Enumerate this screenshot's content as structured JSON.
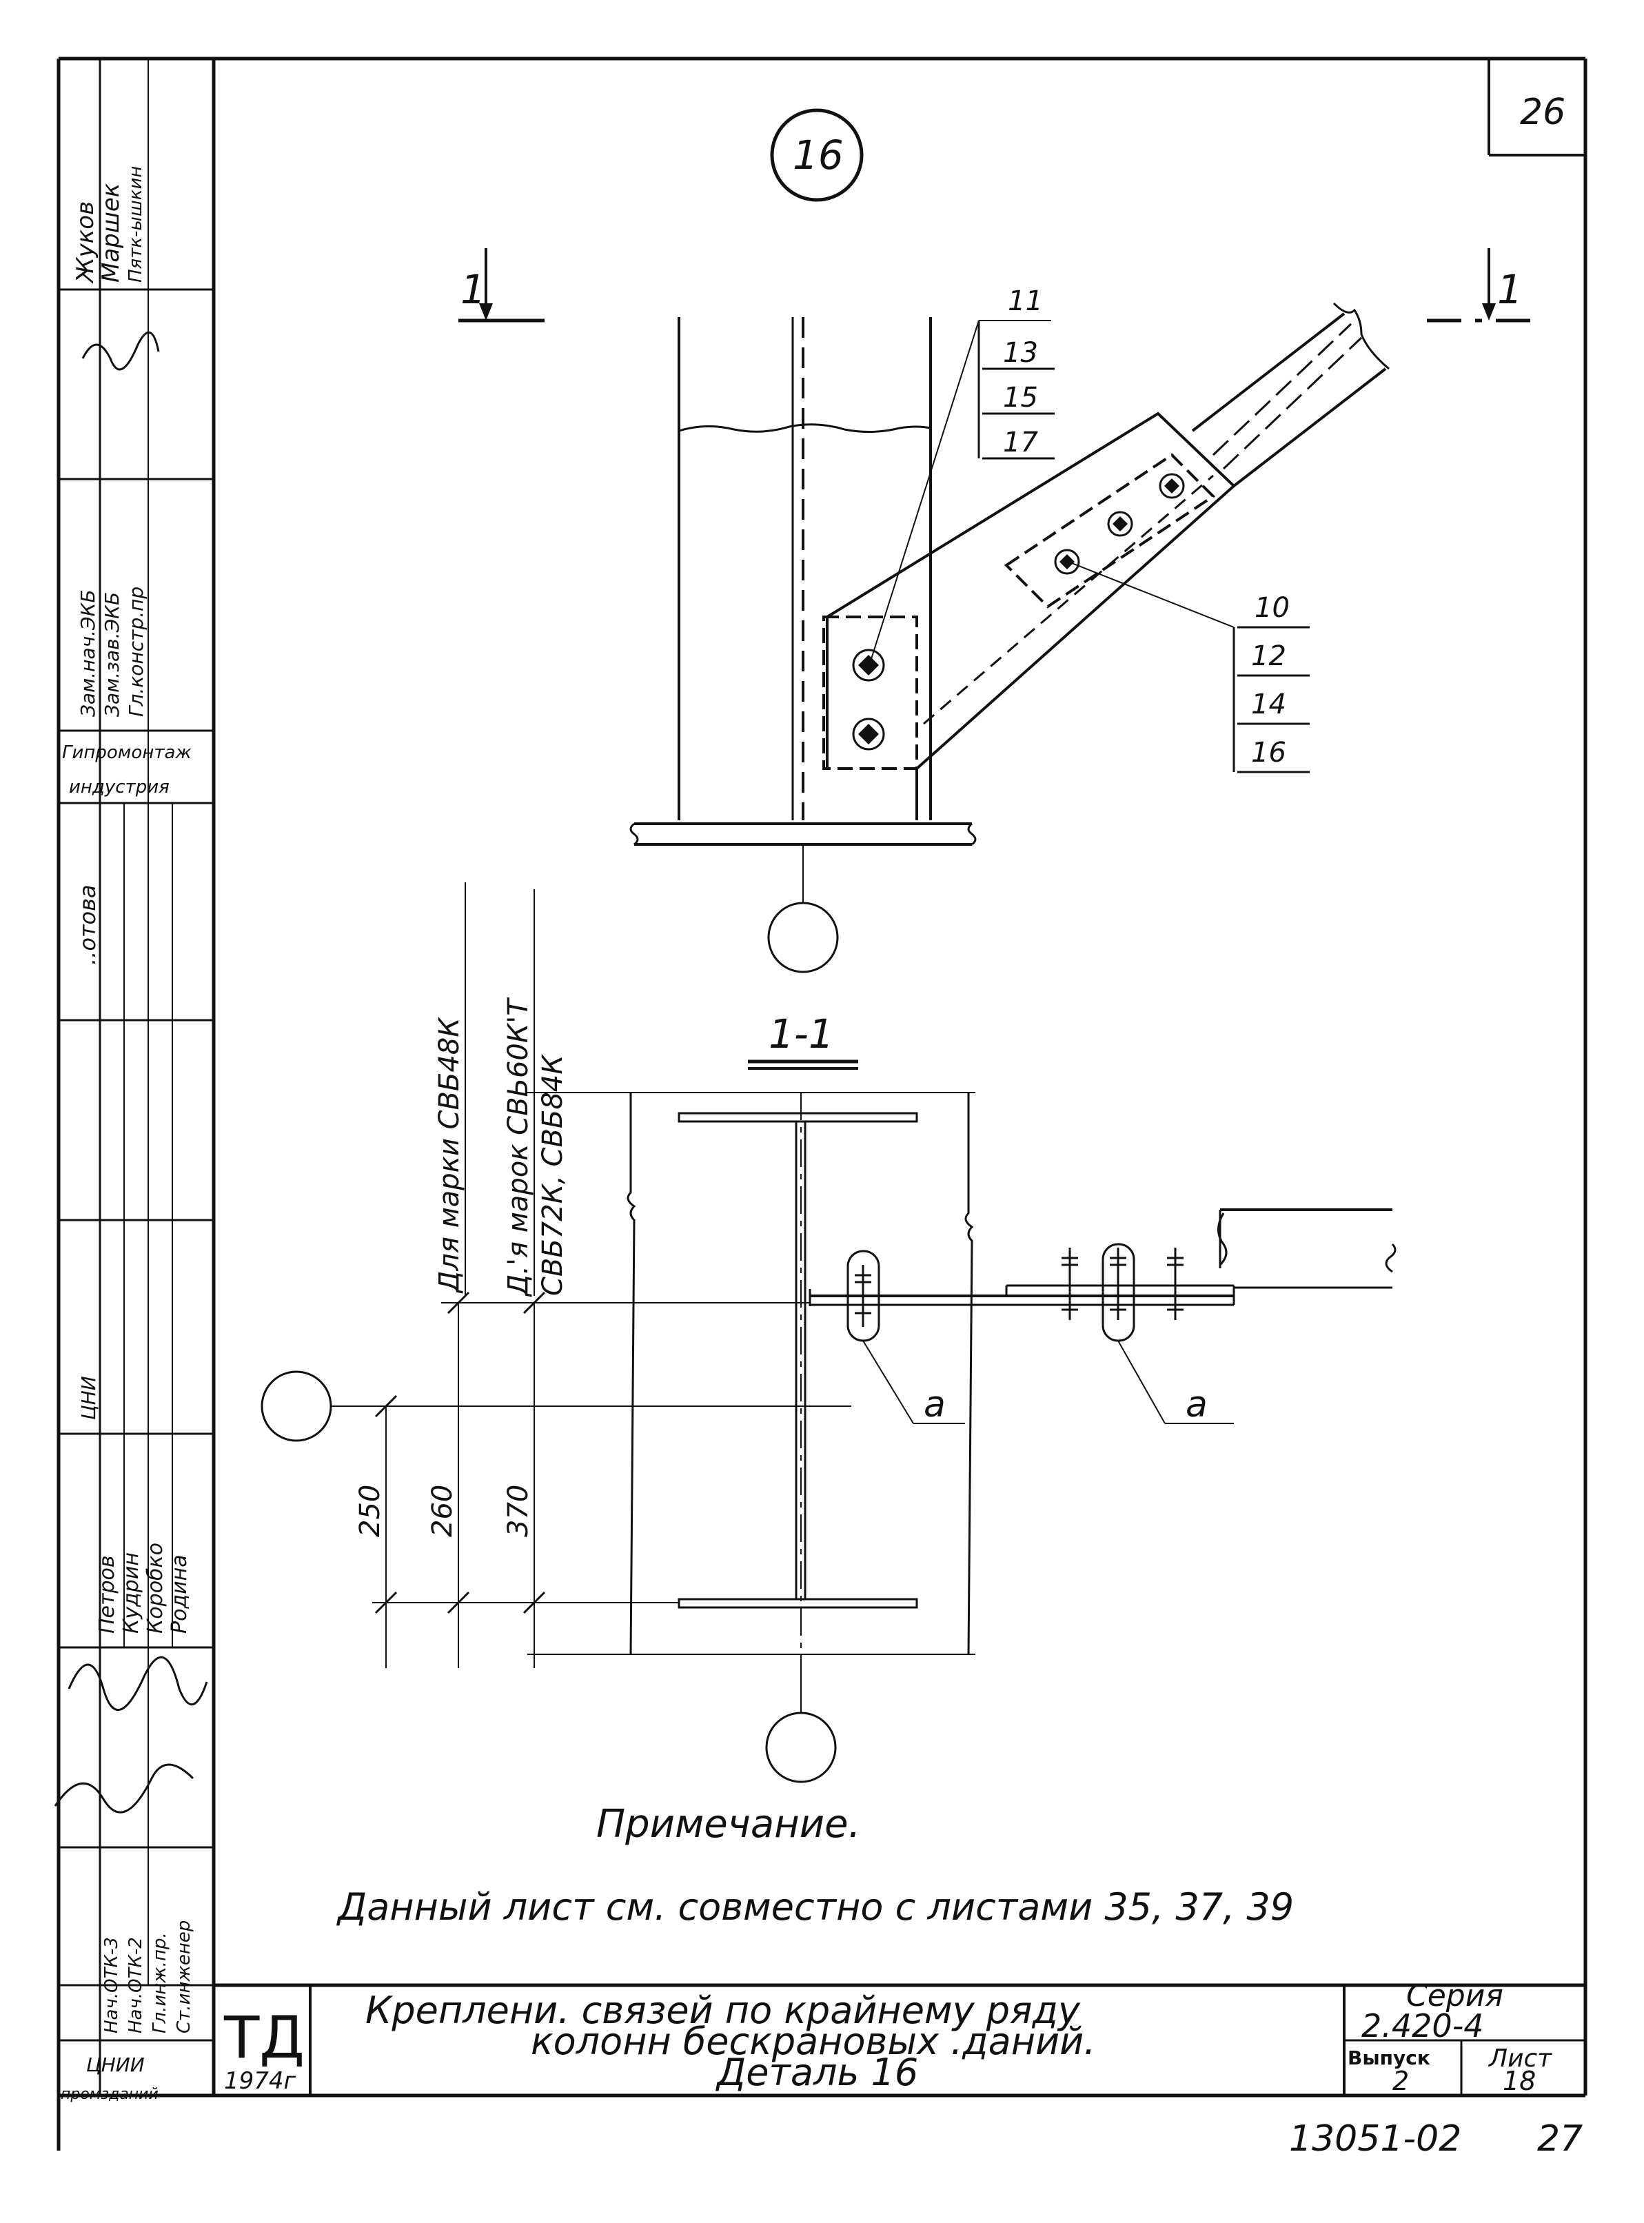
{
  "sheet": {
    "page_number": "26",
    "detail_number": "16",
    "drawing_number": "13051-02",
    "drawing_number_suffix": "27"
  },
  "section_marks": {
    "left": "1",
    "right": "1",
    "section_title": "1-1"
  },
  "positions": {
    "left_group": [
      "11",
      "13",
      "15",
      "17"
    ],
    "right_group": [
      "10",
      "12",
      "14",
      "16"
    ]
  },
  "weld_labels": {
    "left": "a",
    "right": "a"
  },
  "brand_notes": {
    "note1": "Для марки СВБ48К",
    "note2_line1": "Д.'я марок СВЬ60К'Т",
    "note2_line2": "СВБ72К, СВБ84К"
  },
  "dimensions": {
    "d1": "250",
    "d2": "260",
    "d3": "370"
  },
  "note": {
    "title": "Примечание.",
    "text": "Данный лист см. совместно с листами 35, 37, 39"
  },
  "title_block": {
    "org_logo": "ТД",
    "year": "1974г",
    "title_line1": "Креплени. связей по крайнему ряду",
    "title_line2": "колонн бескрановых .даний.",
    "title_line3": "Деталь 16",
    "series_label": "Серия",
    "series_value": "2.420-4",
    "issue_label": "Выпуск",
    "issue_value": "2",
    "sheet_label": "Лист",
    "sheet_value": "18"
  },
  "side_stamp": {
    "block1": [
      "Жуков",
      "Маршек",
      "Пятк-ышкин"
    ],
    "block3": [
      "Зам.нач.ЭКБ",
      "Зам.зав.ЭКБ",
      "Гл.констр.пр"
    ],
    "org1": "Гипромонтаж",
    "org2": "индустрия",
    "block5": "..отова",
    "block8": "ЦНИ",
    "block9": [
      "Петров",
      "Кудрин",
      "Коробко",
      "Родина"
    ],
    "block11": [
      "Нач.ОТК-3",
      "Нач.ОТК-2",
      "Гл.инж.пр.",
      "Ст.инженер"
    ],
    "org3": "ЦНИИ",
    "org4": "промзданий"
  }
}
